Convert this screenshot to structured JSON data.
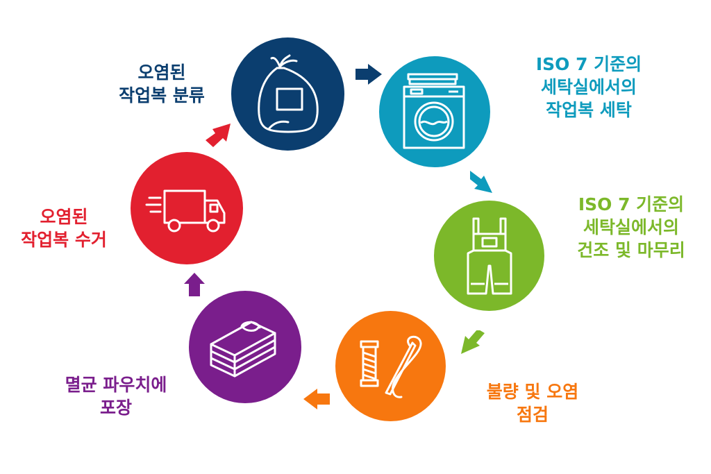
{
  "colors": {
    "navy": "#0b3e6f",
    "teal": "#0e9bbd",
    "green": "#7cb82a",
    "orange": "#f7770f",
    "purple": "#7a1e8c",
    "red": "#e2202f"
  },
  "steps": [
    {
      "id": "sort",
      "icon": "laundry-bag-icon",
      "color": "#0b3e6f",
      "lines": [
        "오염된",
        "작업복 분류"
      ]
    },
    {
      "id": "wash",
      "icon": "washing-machine-icon",
      "color": "#0e9bbd",
      "lines": [
        "ISO 7 기준의",
        "세탁실에서의",
        "작업복 세탁"
      ]
    },
    {
      "id": "dry",
      "icon": "overalls-icon",
      "color": "#7cb82a",
      "lines": [
        "ISO 7 기준의",
        "세탁실에서의",
        "건조 및 마무리"
      ]
    },
    {
      "id": "inspect",
      "icon": "thread-needle-icon",
      "color": "#f7770f",
      "lines": [
        "불량 및 오염",
        "점검"
      ]
    },
    {
      "id": "pack",
      "icon": "folded-clothes-icon",
      "color": "#7a1e8c",
      "lines": [
        "멸균 파우치에",
        "포장"
      ]
    },
    {
      "id": "collect",
      "icon": "delivery-truck-icon",
      "color": "#e2202f",
      "lines": [
        "오염된",
        "작업복 수거"
      ]
    }
  ]
}
